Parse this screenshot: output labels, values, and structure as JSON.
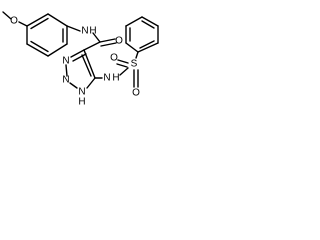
{
  "molecule": {
    "atoms": {
      "methoxy_o": "O",
      "amide_nh": "N",
      "amide_h": "H",
      "amide_o": "O",
      "ring_n_left": "N",
      "ring_n_mid": "N",
      "ring_nh": "N",
      "ring_h": "H",
      "sulfonamide_nh": "N",
      "sulfonamide_h": "H",
      "sulfur": "S",
      "sulfonyl_o_top": "O",
      "sulfonyl_o_bottom": "O"
    }
  }
}
